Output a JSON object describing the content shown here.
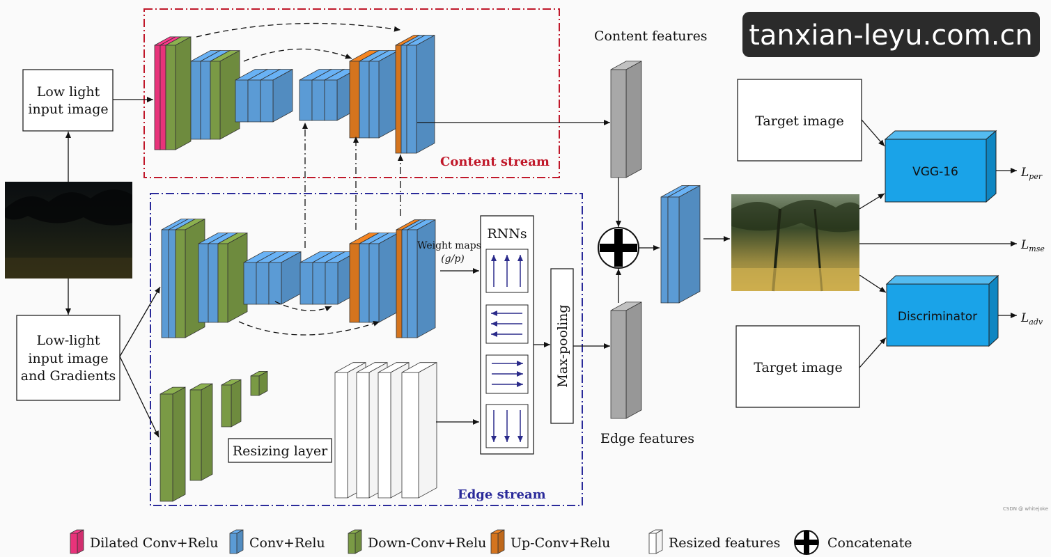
{
  "watermark": "tanxian-leyu.com.cn",
  "labels": {
    "low_light_input": [
      "Low light",
      "input image"
    ],
    "low_light_gradients": [
      "Low-light",
      "input image",
      "and Gradients"
    ],
    "content_stream": "Content stream",
    "edge_stream": "Edge stream",
    "content_features": "Content features",
    "edge_features": "Edge features",
    "weight_maps": [
      "Weight maps",
      "(g/p)"
    ],
    "rnns": "RNNs",
    "max_pooling": "Max-pooling",
    "resizing_layer": "Resizing layer",
    "target_image_top": "Target image",
    "target_image_bottom": "Target image",
    "vgg": "VGG-16",
    "discriminator": "Discriminator",
    "loss_per": {
      "base": "L",
      "sub": "per"
    },
    "loss_mse": {
      "base": "L",
      "sub": "mse"
    },
    "loss_adv": {
      "base": "L",
      "sub": "adv"
    },
    "corner_note": "CSDN @ whitejoke"
  },
  "legend": [
    {
      "key": "dilated",
      "label": "Dilated Conv+Relu",
      "color": "#e8337a"
    },
    {
      "key": "conv",
      "label": "Conv+Relu",
      "color": "#5b9bd5"
    },
    {
      "key": "down",
      "label": "Down-Conv+Relu",
      "color": "#7a9a45"
    },
    {
      "key": "up",
      "label": "Up-Conv+Relu",
      "color": "#d4741e"
    },
    {
      "key": "resized",
      "label": "Resized features",
      "color": "#ffffff"
    },
    {
      "key": "concat",
      "label": "Concatenate",
      "color": "#000000"
    }
  ],
  "colors": {
    "content_border": "#c0182a",
    "edge_border": "#2a2a9a",
    "vgg_fill": "#1aa3e8",
    "feature_gray": "#a8a8a8"
  }
}
